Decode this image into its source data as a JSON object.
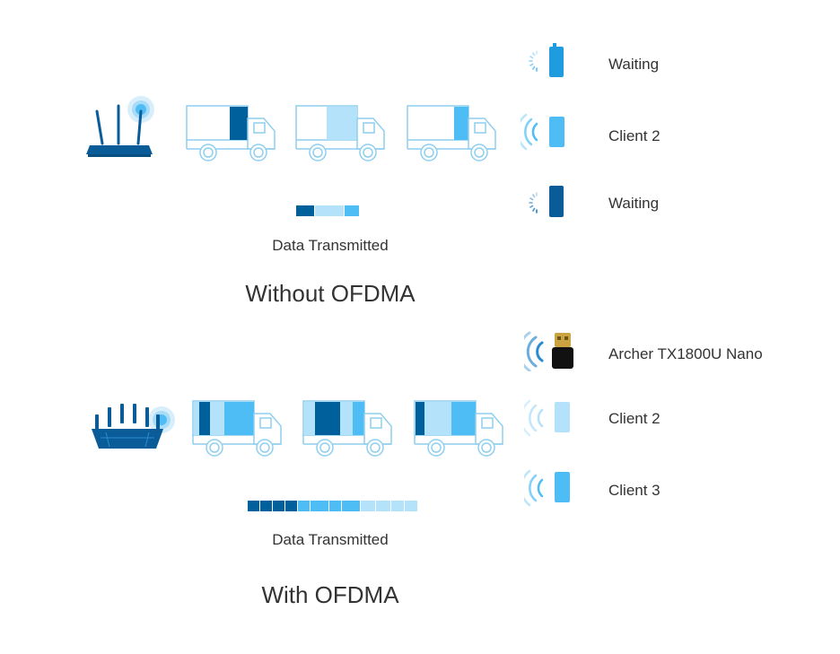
{
  "colors": {
    "dark": "#00609c",
    "mid": "#4fbdf5",
    "light": "#b3e2fa",
    "outline": "#8fcfee",
    "router": "#0a5c99"
  },
  "without": {
    "title": "Without OFDMA",
    "caption": "Data Transmitted",
    "clients": [
      {
        "label": "Waiting",
        "state": "waiting",
        "icon": "battery-phone-icon"
      },
      {
        "label": "Client 2",
        "state": "receiving",
        "icon": "phone-icon"
      },
      {
        "label": "Waiting",
        "state": "waiting",
        "icon": "phone-icon"
      }
    ],
    "trucks": [
      {
        "fill": "dark"
      },
      {
        "fill": "light"
      },
      {
        "fill": "mid"
      }
    ],
    "data_bar": [
      "dark",
      "light",
      "mid"
    ]
  },
  "with": {
    "title": "With OFDMA",
    "caption": "Data Transmitted",
    "clients": [
      {
        "label": "Archer TX1800U Nano",
        "state": "receiving",
        "icon": "usb-adapter-icon"
      },
      {
        "label": "Client 2",
        "state": "receiving",
        "icon": "phone-icon"
      },
      {
        "label": "Client 3",
        "state": "receiving",
        "icon": "phone-icon"
      }
    ],
    "trucks": [
      {
        "fill": [
          "dark",
          "light",
          "mid"
        ]
      },
      {
        "fill": [
          "dark",
          "light",
          "mid"
        ]
      },
      {
        "fill": [
          "dark",
          "light",
          "mid"
        ]
      }
    ],
    "data_bar": [
      "dark",
      "dark",
      "dark",
      "dark",
      "mid",
      "mid",
      "mid",
      "mid",
      "light",
      "light",
      "light",
      "light"
    ]
  }
}
